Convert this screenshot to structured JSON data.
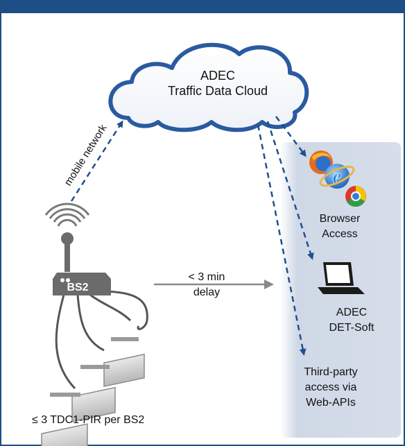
{
  "cloud": {
    "line1": "ADEC",
    "line2": "Traffic Data Cloud"
  },
  "mobile_network_label": "mobile network",
  "base_station_label": "BS2",
  "delay": {
    "line1": "< 3 min",
    "line2": "delay"
  },
  "browser_access": {
    "line1": "Browser",
    "line2": "Access"
  },
  "det_soft": {
    "line1": "ADEC",
    "line2": "DET-Soft"
  },
  "third_party": {
    "line1": "Third-party",
    "line2": "access via",
    "line3": "Web-APIs"
  },
  "sensor_caption": "≤ 3 TDC1-PIR per BS2",
  "colors": {
    "frame": "#1d4f86",
    "arrow_dashed": "#1f4f8f",
    "cloud_outline": "#2a5aa0",
    "panel": "#d3dbe7",
    "device_gray": "#6b6b6b"
  }
}
